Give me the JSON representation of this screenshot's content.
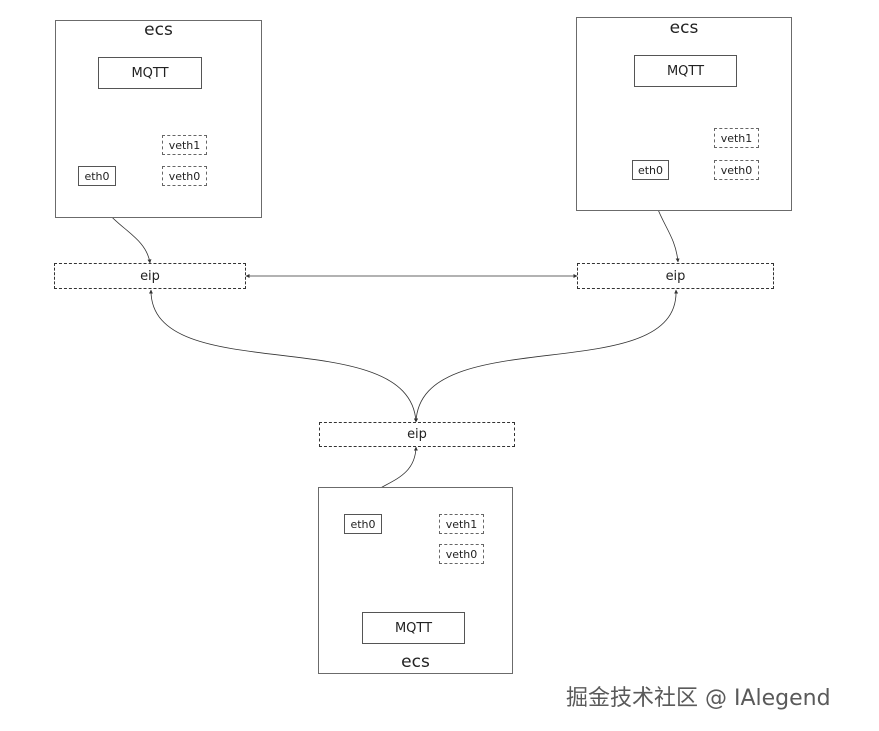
{
  "nodes": {
    "ecs1": {
      "title": "ecs",
      "mqtt": "MQTT",
      "eth0": "eth0",
      "veth1": "veth1",
      "veth0": "veth0"
    },
    "ecs2": {
      "title": "ecs",
      "mqtt": "MQTT",
      "eth0": "eth0",
      "veth1": "veth1",
      "veth0": "veth0"
    },
    "ecs3": {
      "title": "ecs",
      "mqtt": "MQTT",
      "eth0": "eth0",
      "veth1": "veth1",
      "veth0": "veth0"
    },
    "eip_left": "eip",
    "eip_right": "eip",
    "eip_bottom": "eip"
  },
  "colors": {
    "thin_line": "#333333",
    "highlight_line": "#4a6fd1"
  },
  "watermark": "掘金技术社区 @ IAlegend"
}
